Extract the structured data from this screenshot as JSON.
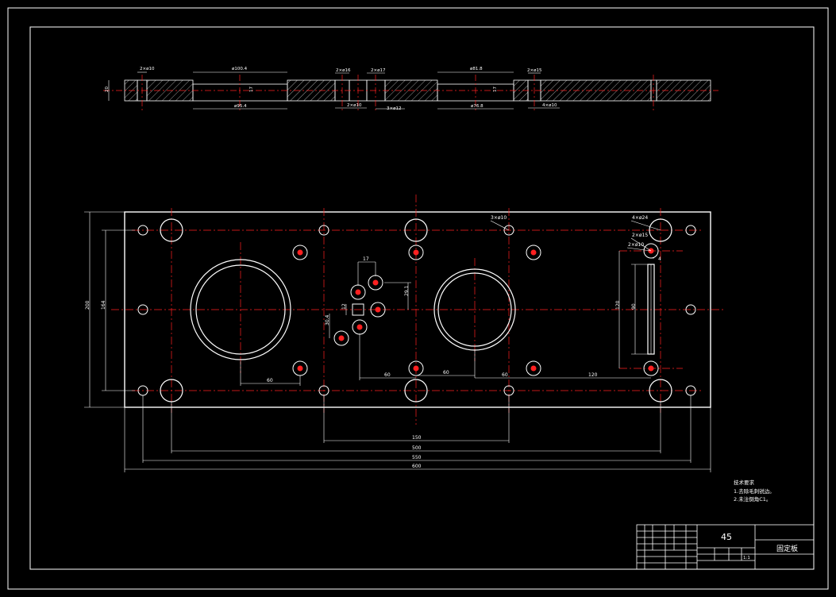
{
  "colors": {
    "background": "#000000",
    "outline": "#ffffff",
    "centerline": "#ff2020",
    "hatch": "#ffffff"
  },
  "section_view": {
    "dims_top": [
      "2×ø10",
      "ø100.4",
      "2×ø16",
      "2×ø17",
      "ø81.8",
      "2×ø15"
    ],
    "dims_bottom": [
      "ø95.4",
      "2×ø10",
      "3×ø12",
      "ø76.8",
      "4×ø10"
    ],
    "thickness": "20",
    "depth_a": "17",
    "depth_b": "17"
  },
  "plan_view": {
    "callouts": [
      "3×ø10",
      "4×ø24",
      "2×ø15",
      "2×ø10"
    ],
    "dims": {
      "height_outer": "200",
      "height_inner": "164",
      "boss_width": "17",
      "boss_height": "29.1",
      "boss_square": "12",
      "boss_offset": "30.4",
      "slot_height": "120",
      "slot_inner": "90",
      "slot_width": "4",
      "seg1": "60",
      "seg2": "60",
      "seg3": "60",
      "seg4": "60",
      "seg5": "120",
      "mid_span": "150",
      "span_500": "500",
      "span_550": "550",
      "overall": "600"
    }
  },
  "notes": {
    "title": "技术要求",
    "items": [
      "1.去除毛刺锐边。",
      "2.未注倒角C1。"
    ]
  },
  "title_block": {
    "material": "45",
    "part_name": "固定板",
    "scale": "1:1"
  }
}
